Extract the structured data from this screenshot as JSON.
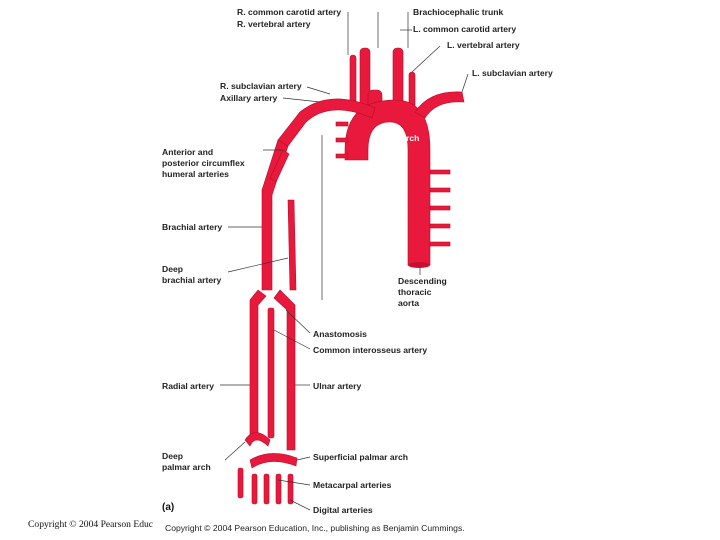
{
  "labels": {
    "r_common_carotid": "R. common carotid artery",
    "r_vertebral": "R. vertebral artery",
    "brachiocephalic": "Brachiocephalic trunk",
    "l_common_carotid": "L. common carotid artery",
    "l_vertebral": "L. vertebral artery",
    "l_subclavian": "L. subclavian artery",
    "r_subclavian": "R. subclavian artery",
    "axillary": "Axillary artery",
    "circumflex_1": "Anterior and",
    "circumflex_2": "posterior circumflex",
    "circumflex_3": "humeral arteries",
    "aortic_arch": "Aortic arch",
    "brachial": "Brachial artery",
    "deep_brachial_1": "Deep",
    "deep_brachial_2": "brachial artery",
    "descending_1": "Descending",
    "descending_2": "thoracic",
    "descending_3": "aorta",
    "anastomosis": "Anastomosis",
    "common_interosseus": "Common interosseus artery",
    "radial": "Radial artery",
    "ulnar": "Ulnar artery",
    "deep_palmar_1": "Deep",
    "deep_palmar_2": "palmar arch",
    "superficial_palmar": "Superficial palmar arch",
    "metacarpal": "Metacarpal arteries",
    "digital": "Digital arteries"
  },
  "panel_label": "(a)",
  "figure_copyright": "Copyright © 2004 Pearson Education, Inc., publishing as Benjamin Cummings.",
  "slide_copyright": "Copyright © 2004 Pearson Educ",
  "colors": {
    "artery": "#e8193c",
    "artery_dark": "#c8102e",
    "artery_light": "#f28a9a",
    "leader": "#333333"
  }
}
